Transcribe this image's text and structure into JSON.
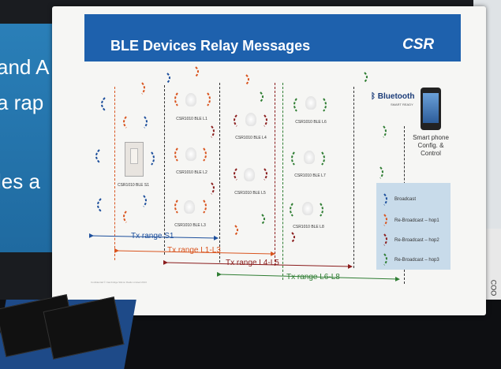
{
  "banner": {
    "lines": [
      "and A",
      "a rap",
      "les a"
    ]
  },
  "poster": {
    "title": "BLE Devices Relay Messages",
    "brand": "CSR",
    "bluetooth_logo": "Bluetooth",
    "bluetooth_sub": "SMART READY",
    "phone_label": "Smart phone Config. & Control",
    "footnote": "Confidential © Cambridge Silicon Radio Limited 2013",
    "nodes": [
      {
        "id": "s1",
        "label": "CSR1010 BLE S1"
      },
      {
        "id": "l1",
        "label": "CSR1010 BLE L1"
      },
      {
        "id": "l2",
        "label": "CSR1010 BLE L2"
      },
      {
        "id": "l3",
        "label": "CSR1010 BLE L3"
      },
      {
        "id": "l4",
        "label": "CSR1010 BLE L4"
      },
      {
        "id": "l5",
        "label": "CSR1010 BLE L5"
      },
      {
        "id": "l6",
        "label": "CSR1010 BLE L6"
      },
      {
        "id": "l7",
        "label": "CSR1010 BLE L7"
      },
      {
        "id": "l8",
        "label": "CSR1010 BLE L8"
      }
    ],
    "ranges": [
      {
        "label": "Tx range S1",
        "color": "#1d4f9c"
      },
      {
        "label": "Tx range L1-L3",
        "color": "#d9541e"
      },
      {
        "label": "Tx range L4-L5",
        "color": "#8a1c1c"
      },
      {
        "label": "Tx range L6-L8",
        "color": "#2e7d32"
      }
    ],
    "legend": [
      {
        "label": "Broadcast",
        "color": "#1d4f9c"
      },
      {
        "label": "Re-Broadcast – hop1",
        "color": "#d9541e"
      },
      {
        "label": "Re-Broadcast – hop2",
        "color": "#8a1c1c"
      },
      {
        "label": "Re-Broadcast – hop3",
        "color": "#2e7d32"
      }
    ]
  },
  "side_box": {
    "text": "COO"
  }
}
